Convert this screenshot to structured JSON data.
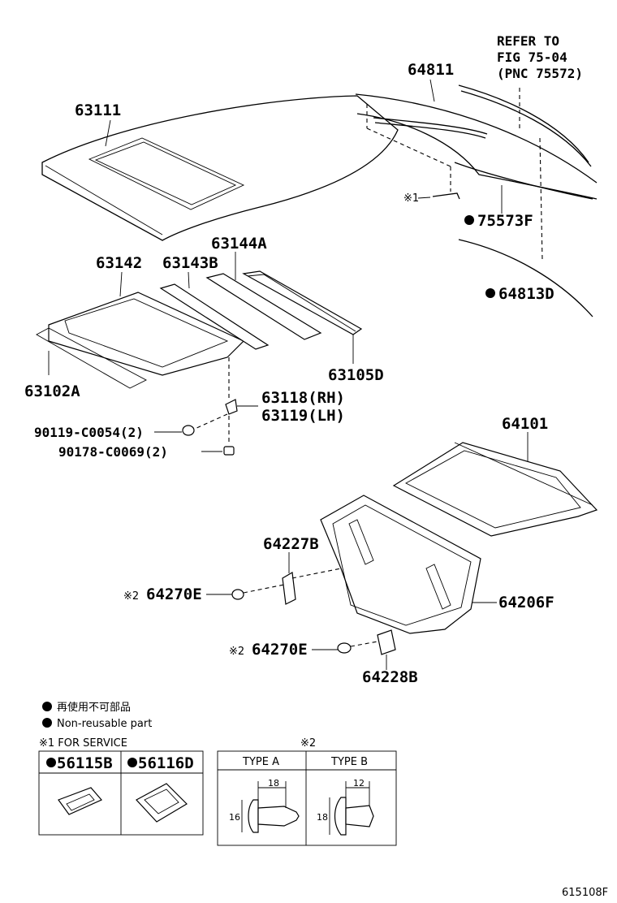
{
  "refer_note": {
    "line1": "REFER TO",
    "line2": "FIG 75-04",
    "line3": "(PNC 75572)"
  },
  "parts": {
    "p64811": "64811",
    "p63111": "63111",
    "p75573F": "75573F",
    "p64813D": "64813D",
    "p63142": "63142",
    "p63143B": "63143B",
    "p63144A": "63144A",
    "p63102A": "63102A",
    "p63105D": "63105D",
    "p63118": "63118(RH)",
    "p63119": "63119(LH)",
    "p90119": "90119-C0054(2)",
    "p90178": "90178-C0069(2)",
    "p64101": "64101",
    "p64227B": "64227B",
    "p64270E_a": "64270E",
    "p64270E_b": "64270E",
    "p64206F": "64206F",
    "p64228B": "64228B"
  },
  "markers": {
    "service_ref": "※1",
    "clip_ref_a": "※2",
    "clip_ref_b": "※2"
  },
  "legend": {
    "jp": "再使用不可部品",
    "en": "Non-reusable part"
  },
  "service_box": {
    "title": "※1 FOR SERVICE",
    "item1": "56115B",
    "item2": "56116D"
  },
  "clip_box": {
    "title": "※2",
    "type_a": "TYPE A",
    "type_b": "TYPE B",
    "a_len": "18",
    "a_dia": "16",
    "b_len": "12",
    "b_dia": "18"
  },
  "figure_id": "615108F"
}
